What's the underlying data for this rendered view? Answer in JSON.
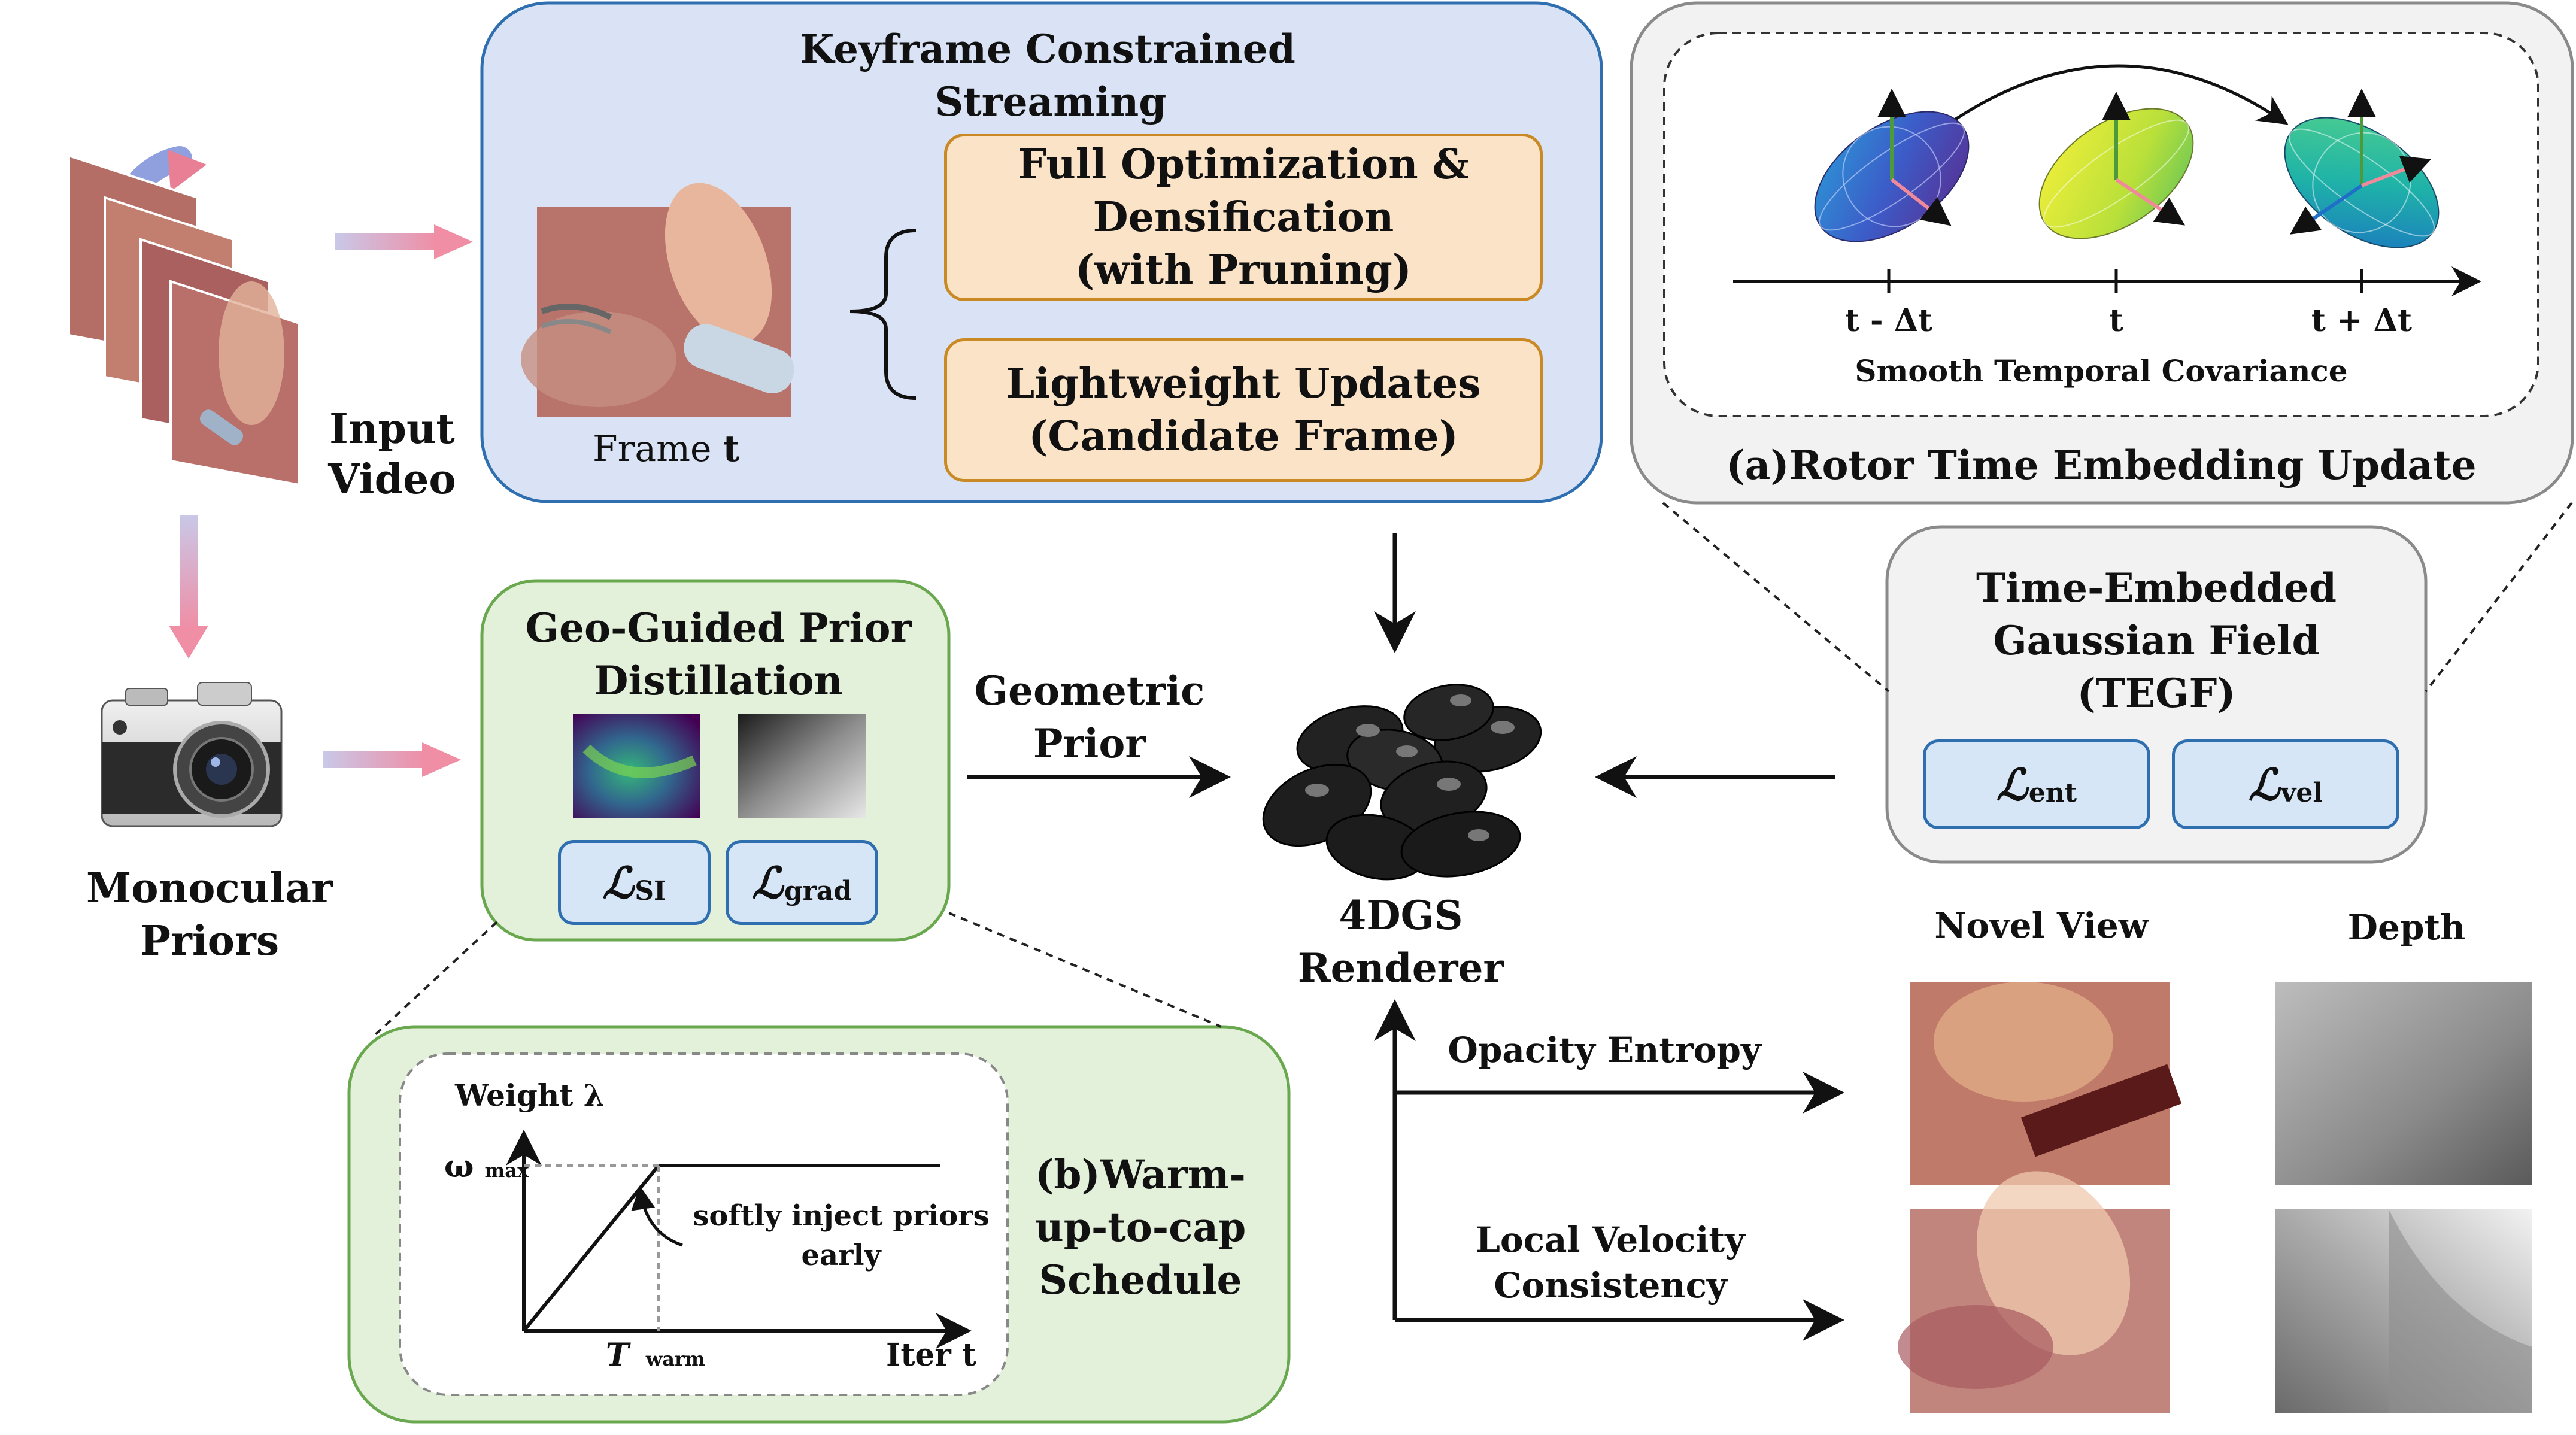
{
  "input": {
    "label_line1": "Input",
    "label_line2": "Video"
  },
  "monocular": {
    "label_line1": "Monocular",
    "label_line2": "Priors"
  },
  "keyframe": {
    "title_line1": "Keyframe Constrained",
    "title_line2": "Streaming",
    "frame_label_prefix": "Frame",
    "frame_label_var": "t",
    "full_opt_line1": "Full Optimization &",
    "full_opt_line2": "Densification",
    "full_opt_line3": "(with Pruning)",
    "light_line1": "Lightweight Updates",
    "light_line2": "(Candidate Frame)"
  },
  "rotor": {
    "title": "(a)Rotor Time Embedding Update",
    "tick_left": "t - Δt",
    "tick_mid": "t",
    "tick_right": "t + Δt",
    "caption": "Smooth Temporal Covariance"
  },
  "tegf": {
    "title_line1": "Time-Embedded",
    "title_line2": "Gaussian Field",
    "title_line3": "(TEGF)",
    "loss1_symbol": "ℒ",
    "loss1_sub": "ent",
    "loss2_symbol": "ℒ",
    "loss2_sub": "vel"
  },
  "geo": {
    "title_line1": "Geo-Guided Prior",
    "title_line2": "Distillation",
    "loss1_symbol": "ℒ",
    "loss1_sub": "SI",
    "loss2_symbol": "ℒ",
    "loss2_sub": "grad"
  },
  "geometric_prior": {
    "line1": "Geometric",
    "line2": "Prior"
  },
  "renderer": {
    "line1": "4DGS",
    "line2": "Renderer"
  },
  "outputs": {
    "opacity": "Opacity Entropy",
    "velocity_line1": "Local Velocity",
    "velocity_line2": "Consistency",
    "novel_view": "Novel View",
    "depth": "Depth"
  },
  "warmup": {
    "title_line1": "(b)Warm-",
    "title_line2": "up-to-cap",
    "title_line3": "Schedule",
    "y_axis": "Weight λ",
    "omega": "ω",
    "omega_sub": "max",
    "annotation_line1": "softly inject priors",
    "annotation_line2": "early",
    "t_label": "T",
    "t_sub": "warm",
    "x_axis": "Iter t"
  },
  "colors": {
    "blue_panel": "#d9e3f5",
    "blue_border": "#2f6fb0",
    "green_panel": "#e3f0da",
    "green_border": "#6aa84f",
    "orange_fill": "#fbe3c8",
    "orange_border": "#c98a25",
    "gray_panel": "#f2f2f2",
    "pink_arrow": "#e896a8"
  }
}
